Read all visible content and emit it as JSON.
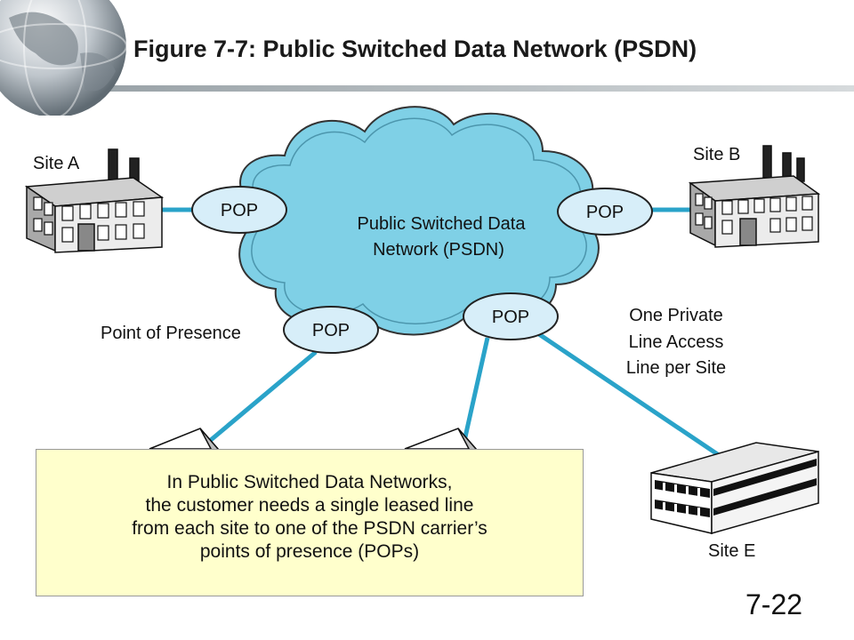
{
  "slide": {
    "title": "Figure 7-7: Public Switched Data Network (PSDN)",
    "number": "7-22"
  },
  "diagram": {
    "cloud_label_line1": "Public Switched Data",
    "cloud_label_line2": "Network (PSDN)",
    "pop_label": "POP",
    "point_of_presence_label": "Point of Presence",
    "access_label_line1": "One Private",
    "access_label_line2": "Line Access",
    "access_label_line3": "Line per Site",
    "sites": {
      "a": "Site A",
      "b": "Site B",
      "e": "Site E"
    }
  },
  "callout": {
    "lines": [
      "In Public Switched Data Networks,",
      "the customer needs a single leased line",
      "from each site to one of the PSDN carrier’s",
      "points of presence (POPs)"
    ]
  },
  "colors": {
    "cloud_fill": "#7fd0e6",
    "pop_fill": "#d7eef9",
    "line_color": "#2aa3c9",
    "callout_fill": "#ffffcc"
  },
  "icons": [
    "globe-icon",
    "factory-building-icon",
    "office-building-icon"
  ]
}
